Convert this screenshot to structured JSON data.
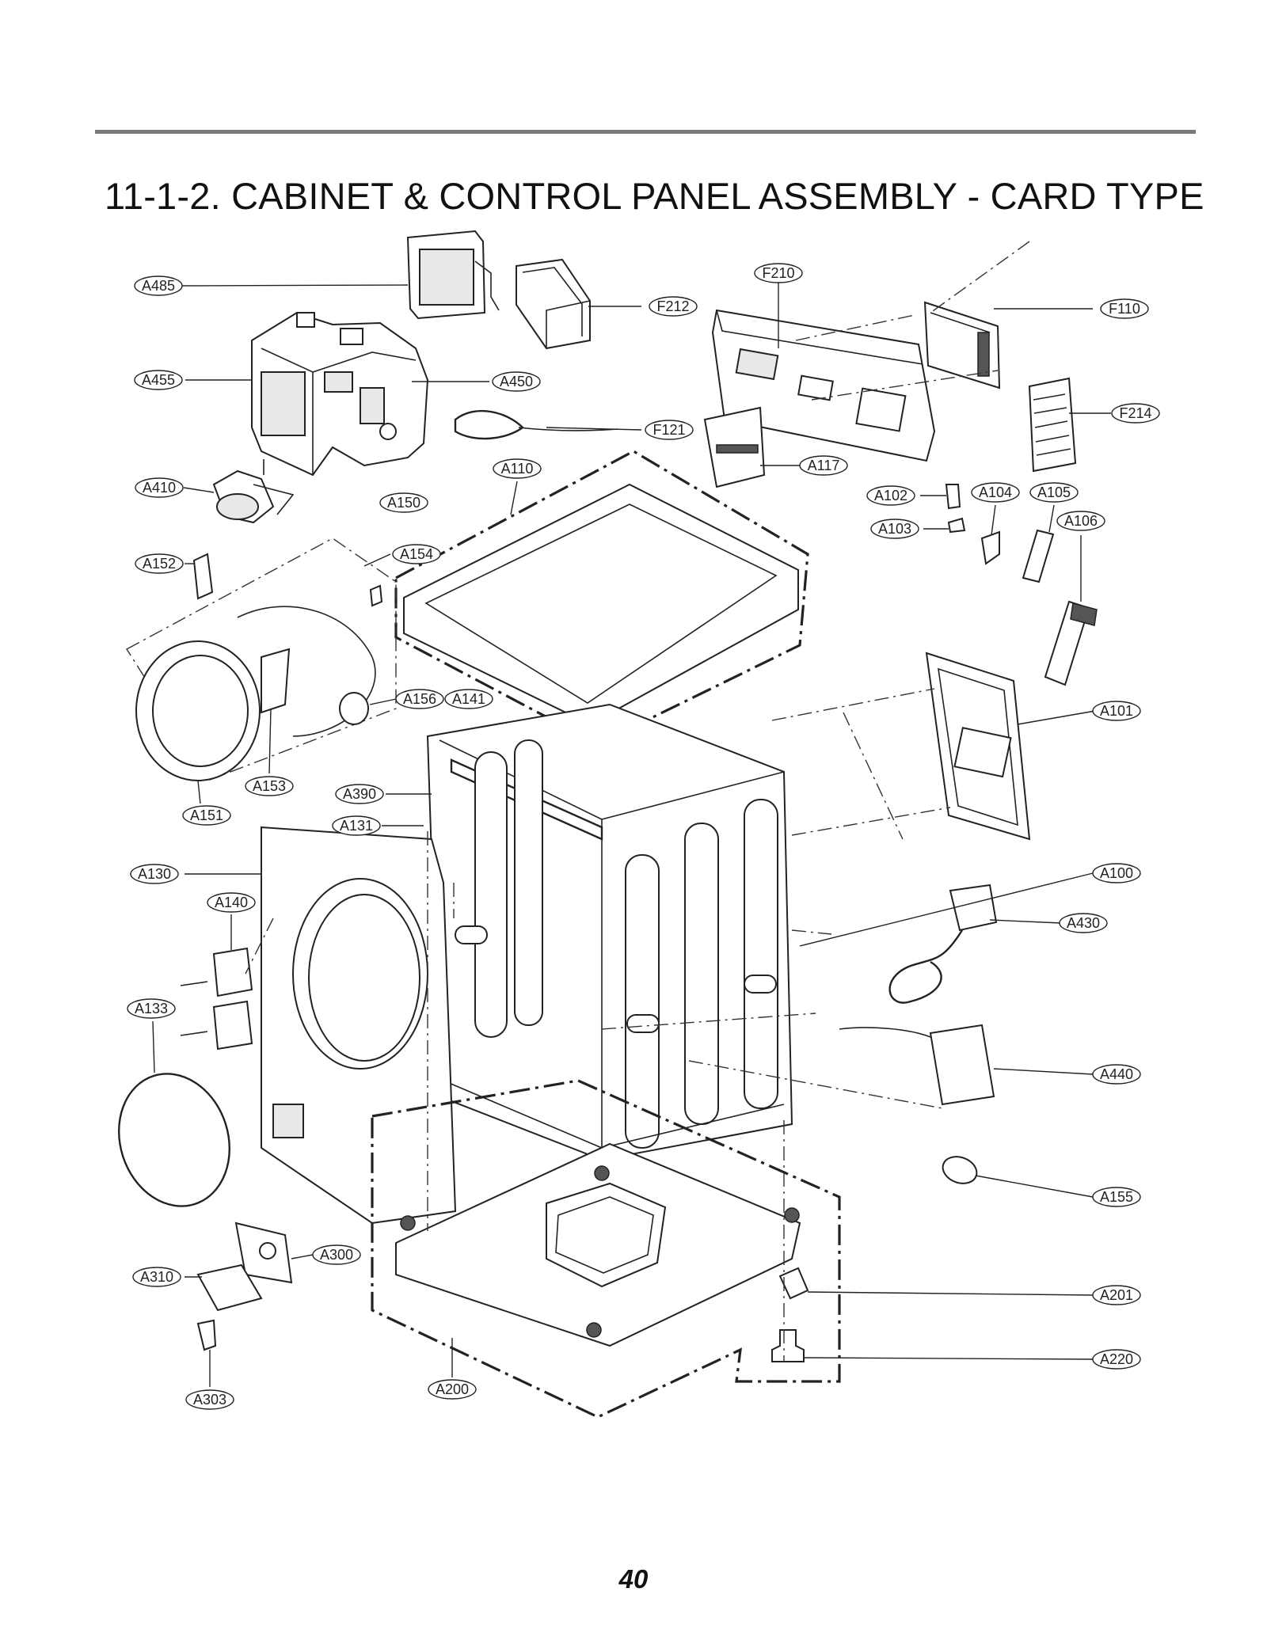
{
  "page": {
    "title": "11-1-2. CABINET & CONTROL PANEL ASSEMBLY - CARD TYPE",
    "page_number": "40"
  },
  "callouts": [
    "A485",
    "F212",
    "F210",
    "F110",
    "A455",
    "A450",
    "F214",
    "F121",
    "A117",
    "A410",
    "A110",
    "A102",
    "A104",
    "A105",
    "A150",
    "A103",
    "A106",
    "A154",
    "A152",
    "A156",
    "A141",
    "A101",
    "A153",
    "A390",
    "A151",
    "A131",
    "A130",
    "A100",
    "A140",
    "A430",
    "A133",
    "A440",
    "A155",
    "A300",
    "A310",
    "A201",
    "A220",
    "A200",
    "A303"
  ]
}
